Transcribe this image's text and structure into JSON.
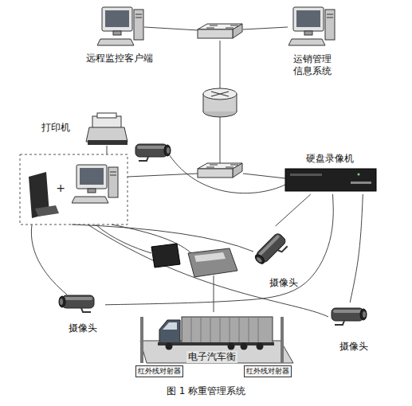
{
  "diagram": {
    "caption": "图 1 称重管理系统",
    "nodes": [
      {
        "text": [
          "远程监控客户端"
        ]
      },
      {
        "text": [
          "运销管理 信息系统"
        ]
      },
      {
        "text": [
          "打印机"
        ]
      },
      {
        "text": [
          "硬盘录像机"
        ]
      },
      {
        "text": [
          "摄像头"
        ]
      },
      {
        "text": [
          "摄像头"
        ]
      },
      {
        "text": [
          "摄像头"
        ]
      },
      {
        "text": [
          "电子汽车衡"
        ]
      },
      {
        "text": [
          "红外线对射器"
        ],
        "in": 7
      },
      {
        "text": [
          "红外线对射器"
        ],
        "in": 7
      }
    ],
    "edges": [
      {
        "from": 4,
        "to": 3,
        "arrow": "none"
      },
      {
        "from": 5,
        "to": 3,
        "arrow": "none"
      },
      {
        "from": 6,
        "to": 3,
        "arrow": "none"
      }
    ],
    "labels": [
      "+"
    ]
  }
}
